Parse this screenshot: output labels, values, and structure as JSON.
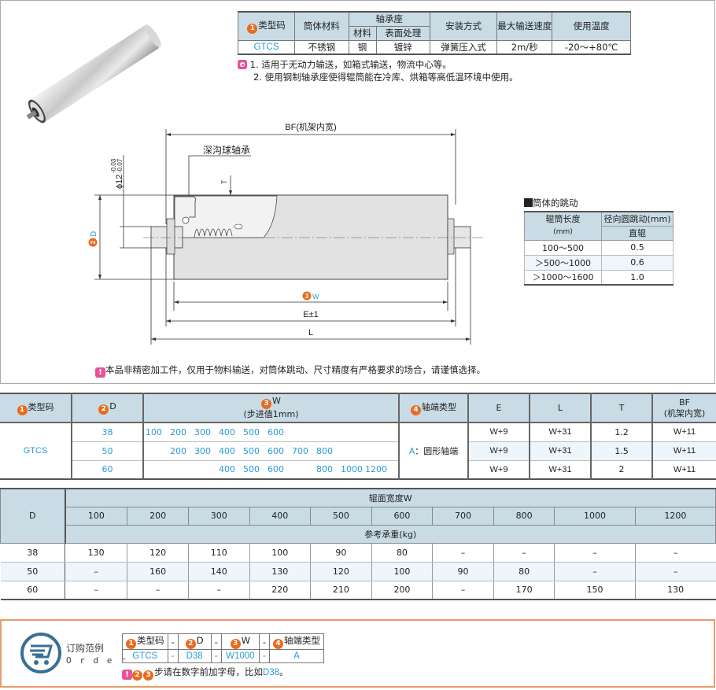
{
  "spec_table": {
    "headers": {
      "type_code": "类型码",
      "tube_material": "筒体材料",
      "bearing_seat": "轴承座",
      "bearing_material": "材料",
      "surface_treatment": "表面处理",
      "mounting": "安装方式",
      "max_speed": "最大输送速度",
      "temp": "使用温度"
    },
    "row": {
      "type_code": "GTCS",
      "tube_material": "不锈钢",
      "bearing_material": "钢",
      "surface_treatment": "镀锌",
      "mounting": "弹簧压入式",
      "max_speed": "2m/秒",
      "temp": "-20～+80℃"
    }
  },
  "notes": [
    "1. 适用于无动力输送，如箱式输送，物流中心等。",
    "2. 使用钢制轴承座使得辊筒能在冷库、烘箱等高低温环境中使用。"
  ],
  "drawing": {
    "bf_label": "BF(机架内宽)",
    "bearing_label": "深沟球轴承",
    "shaft_dia": "ϕ12",
    "shaft_tol_upper": "-0.03",
    "shaft_tol_lower": "-0.07",
    "t_label": "T",
    "d_label": "D",
    "w_label": "W",
    "e_label": "E±1",
    "l_label": "L"
  },
  "runout": {
    "title": "筒体的跳动",
    "col1_header": "辊筒长度",
    "col1_unit": "(mm)",
    "col2_header": "径向圆跳动(mm)",
    "col2_sub": "直辊",
    "rows": [
      {
        "length": "100～500",
        "value": "0.5"
      },
      {
        "length": "＞500～1000",
        "value": "0.6"
      },
      {
        "length": "＞1000～1600",
        "value": "1.0"
      }
    ]
  },
  "warning": "本品非精密加工件，仅用于物料输送，对筒体跳动、尺寸精度有严格要求的场合，请谨慎选择。",
  "main_table": {
    "headers": {
      "type_code": "类型码",
      "d": "D",
      "w": "W",
      "w_sub": "(步进值1mm)",
      "shaft_end": "轴端类型",
      "e": "E",
      "l": "L",
      "t": "T",
      "bf": "BF",
      "bf_sub": "(机架内宽)"
    },
    "type_code": "GTCS",
    "shaft_end_prefix": "A",
    "shaft_end_text": "：圆形轴端",
    "rows": [
      {
        "d": "38",
        "w": [
          "100",
          "200",
          "300",
          "400",
          "500",
          "600",
          "",
          "",
          "",
          ""
        ],
        "e": "W+9",
        "l": "W+31",
        "t": "1.2",
        "bf": "W+11"
      },
      {
        "d": "50",
        "w": [
          "",
          "200",
          "300",
          "400",
          "500",
          "600",
          "700",
          "800",
          "",
          ""
        ],
        "e": "W+9",
        "l": "W+31",
        "t": "1.5",
        "bf": "W+11"
      },
      {
        "d": "60",
        "w": [
          "",
          "",
          "",
          "400",
          "500",
          "600",
          "",
          "800",
          "1000",
          "1200"
        ],
        "e": "W+9",
        "l": "W+31",
        "t": "2",
        "bf": "W+11"
      }
    ]
  },
  "load_table": {
    "d_header": "D",
    "width_header": "辊面宽度W",
    "load_header": "参考承重(kg)",
    "widths": [
      "100",
      "200",
      "300",
      "400",
      "500",
      "600",
      "700",
      "800",
      "1000",
      "1200"
    ],
    "rows": [
      {
        "d": "38",
        "values": [
          "130",
          "120",
          "110",
          "100",
          "90",
          "80",
          "–",
          "–",
          "–",
          "–"
        ]
      },
      {
        "d": "50",
        "values": [
          "–",
          "160",
          "140",
          "130",
          "120",
          "100",
          "90",
          "80",
          "–",
          "–"
        ]
      },
      {
        "d": "60",
        "values": [
          "–",
          "–",
          "–",
          "220",
          "210",
          "200",
          "–",
          "170",
          "150",
          "130"
        ]
      }
    ]
  },
  "order": {
    "title_cn": "订购范例",
    "title_en": "O r d e r",
    "headers": [
      "类型码",
      "-",
      "D",
      "-",
      "W",
      "-",
      "轴端类型"
    ],
    "header_nums": [
      "1",
      "",
      "2",
      "",
      "3",
      "",
      "4"
    ],
    "values": [
      "GTCS",
      "-",
      "D38",
      "-",
      "W1000",
      "-",
      "A"
    ],
    "note_text": "步请在数字前加字母，比如",
    "note_example": "D38",
    "note_end": "。"
  },
  "colors": {
    "accent_orange": "#ea6a1e",
    "link_blue": "#2a9bd6",
    "header_bg": "#c9dce5",
    "alt_row": "#eef5fb",
    "warning_pink": "#e8529a",
    "order_border": "#ee9a6a",
    "cart_icon": "#3a6f95"
  }
}
